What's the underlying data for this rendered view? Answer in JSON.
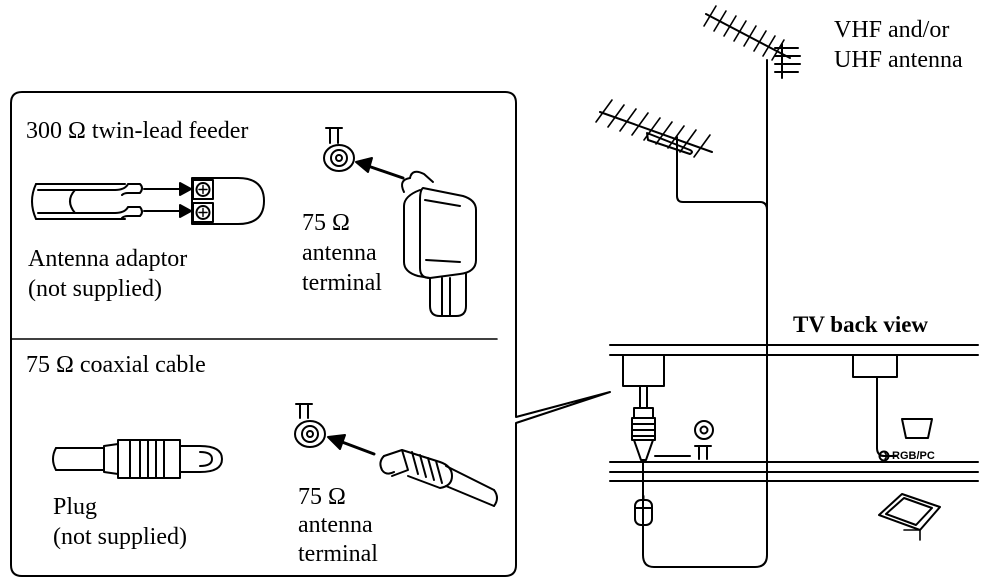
{
  "antenna_label": [
    "VHF and/or",
    "UHF antenna"
  ],
  "panel": {
    "twin_lead": {
      "title": "300 Ω twin-lead feeder",
      "adaptor_label": [
        "Antenna adaptor",
        "(not supplied)"
      ],
      "terminal_label": [
        "75 Ω",
        "antenna",
        "terminal"
      ]
    },
    "coaxial": {
      "title": "75 Ω coaxial cable",
      "plug_label": [
        "Plug",
        "(not supplied)"
      ],
      "terminal_label": [
        "75 Ω",
        "antenna",
        "terminal"
      ]
    }
  },
  "tv": {
    "back_view_label": "TV back view",
    "rgb_label": "RGB/PC"
  }
}
